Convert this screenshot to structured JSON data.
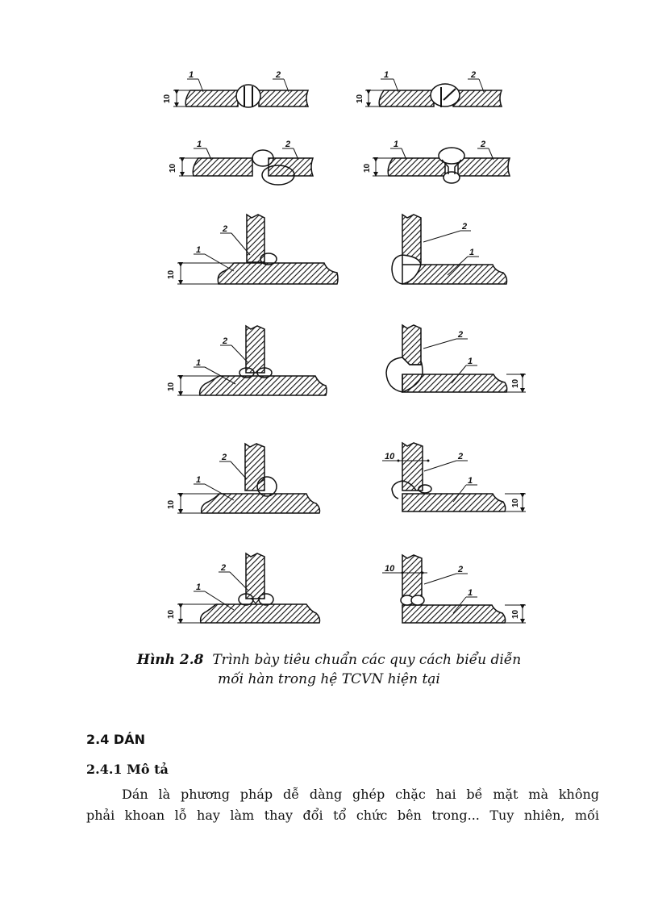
{
  "figure": {
    "number_label": "Hình 2.8",
    "caption_line1": "Trình bày tiêu chuẩn các quy cách biểu diễn",
    "caption_line2": "mối hàn trong hệ TCVN hiện tại",
    "part_labels": {
      "one": "1",
      "two": "2"
    },
    "dimension": "10",
    "panels": [
      {
        "id": "a",
        "type": "butt-joint-square-double"
      },
      {
        "id": "b",
        "type": "butt-joint-bevel"
      },
      {
        "id": "c",
        "type": "butt-joint-offset"
      },
      {
        "id": "d",
        "type": "butt-joint-double-v"
      },
      {
        "id": "e",
        "type": "tee-joint-single-fillet"
      },
      {
        "id": "f",
        "type": "corner-joint-square"
      },
      {
        "id": "g",
        "type": "tee-joint-double-fillet"
      },
      {
        "id": "h",
        "type": "corner-joint-bevel"
      },
      {
        "id": "i",
        "type": "tee-joint-bevel"
      },
      {
        "id": "j",
        "type": "corner-joint-offset"
      },
      {
        "id": "k",
        "type": "tee-joint-double-bevel"
      },
      {
        "id": "l",
        "type": "corner-joint-double"
      }
    ]
  },
  "section": {
    "heading": "2.4  DÁN",
    "subheading": "2.4.1  Mô tả",
    "paragraph_line1": "Dán là phương pháp dễ dàng ghép chặc hai bề mặt mà không",
    "paragraph_line2": "phải khoan lỗ hay làm thay đổi tổ chức bên trong... Tuy nhiên, mối"
  }
}
